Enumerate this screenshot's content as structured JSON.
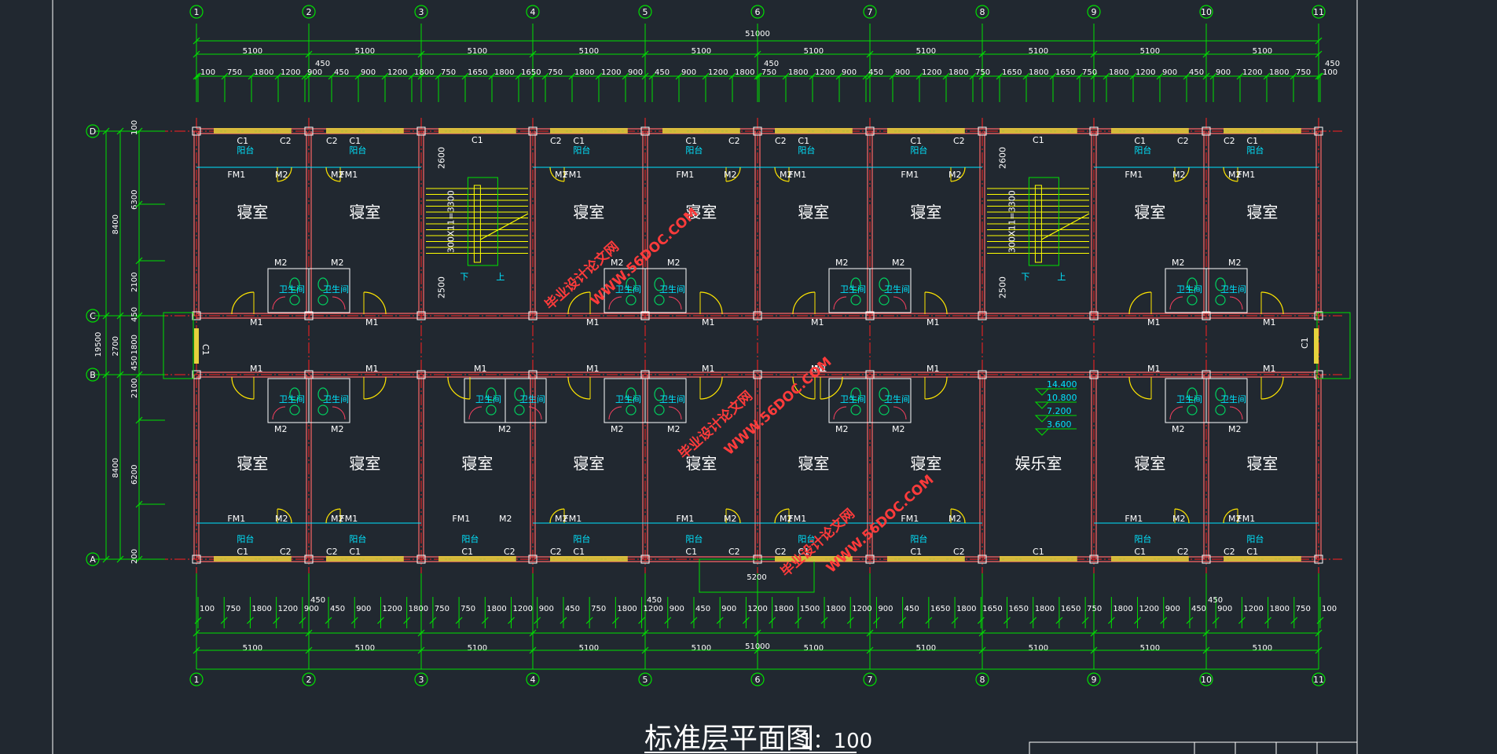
{
  "drawing": {
    "title": "标准层平面图",
    "scale": "1：100",
    "watermark_url": "WWW.56DOC.COM",
    "watermark_name": "毕业设计论文网"
  },
  "column_axes": [
    "1",
    "2",
    "3",
    "4",
    "5",
    "6",
    "7",
    "8",
    "9",
    "10",
    "11"
  ],
  "row_axes": [
    "D",
    "C",
    "B",
    "A"
  ],
  "dimensions": {
    "overall": "51000",
    "bay": "5100",
    "top_detail": [
      "100",
      "750",
      "1800",
      "1200",
      "900",
      "450",
      "900",
      "1200",
      "1800",
      "750",
      "1650",
      "1800",
      "1650",
      "750",
      "1800",
      "1200",
      "900",
      "450",
      "900",
      "1200",
      "1800",
      "750",
      "1800",
      "1200",
      "900",
      "450",
      "900",
      "1200",
      "1800",
      "750",
      "1650",
      "1800",
      "1650",
      "750",
      "1800",
      "1200",
      "900",
      "450",
      "900",
      "1200",
      "1800",
      "750",
      "100"
    ],
    "top_450": "450",
    "bottom_detail": [
      "100",
      "750",
      "1800",
      "1200",
      "900",
      "450",
      "900",
      "1200",
      "1800",
      "750",
      "750",
      "1800",
      "1200",
      "900",
      "450",
      "750",
      "1800",
      "1200",
      "900",
      "450",
      "900",
      "1200",
      "1800",
      "1500",
      "1800",
      "1200",
      "900",
      "450",
      "1650",
      "1800",
      "1650",
      "1650",
      "1800",
      "1650",
      "750",
      "1800",
      "1200",
      "900",
      "450",
      "900",
      "1200",
      "1800",
      "750",
      "100"
    ],
    "bottom_5200": "5200",
    "left_overall": "19500",
    "left_top": "8400",
    "left_bottom": "8400",
    "left_top_parts": [
      "100",
      "6300",
      "2100"
    ],
    "left_mid_parts": [
      "450",
      "1800",
      "450"
    ],
    "left_mid": "2700",
    "left_bottom_parts": [
      "2100",
      "6200",
      "200"
    ],
    "stair_dims": [
      "2600",
      "300X11=3300",
      "2500"
    ]
  },
  "labels": {
    "bedroom": "寝室",
    "recreation": "娱乐室",
    "window_c1": "C1",
    "window_c2": "C2",
    "door_fm1": "FM1",
    "door_m1": "M1",
    "door_m2": "M2",
    "balcony": "阳台",
    "washroom": "卫生间",
    "down": "下",
    "up": "上"
  },
  "elevations": [
    "14.400",
    "10.800",
    "7.200",
    "3.600"
  ],
  "colors": {
    "background": "#212830",
    "dimension": "#00e000",
    "axis_line": "#ff2020",
    "wall": "#ff6666",
    "window": "#e6d23c",
    "door": "#ffe600",
    "text": "#ffffff",
    "annotation": "#00e5ff",
    "stair": "#ffff00"
  }
}
